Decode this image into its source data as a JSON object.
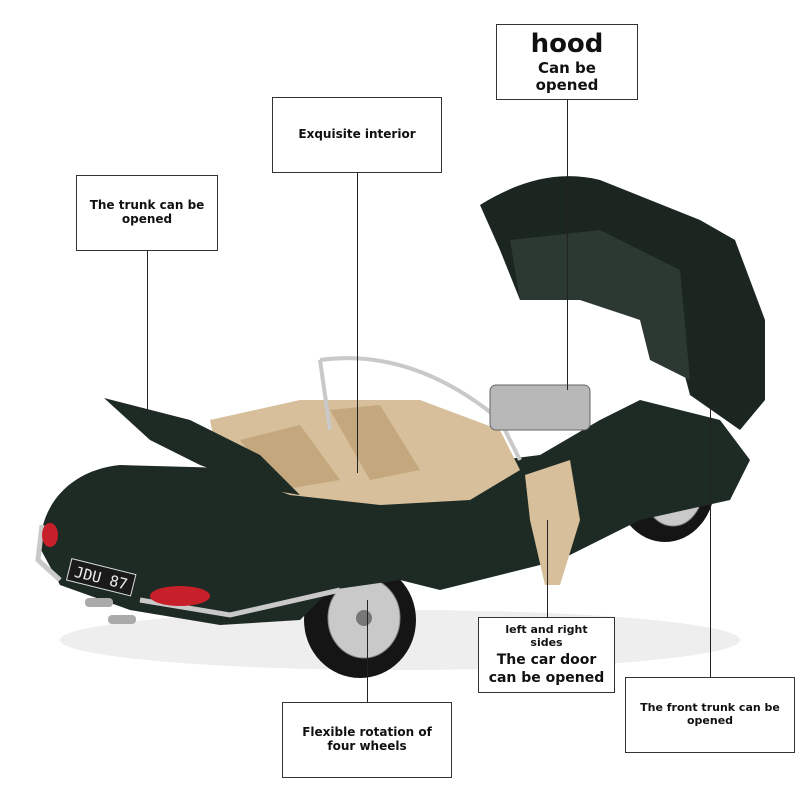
{
  "callouts": {
    "hood": {
      "title": "hood",
      "subtitle_line1": "Can be",
      "subtitle_line2": "opened"
    },
    "interior": {
      "text": "Exquisite interior"
    },
    "trunk": {
      "line1": "The trunk can be",
      "line2": "opened"
    },
    "doors": {
      "line1": "left and right",
      "line2": "sides",
      "line3": "The car door",
      "line4": "can be opened"
    },
    "front_trunk": {
      "line1": "The front trunk can be",
      "line2": "opened"
    },
    "wheels": {
      "line1": "Flexible rotation of",
      "line2": "four wheels"
    }
  },
  "car": {
    "plate": "JDU 87",
    "body_color": "#1e2a24",
    "interior_color": "#d6bf9a",
    "chrome_color": "#c9c9c9",
    "taillight_color": "#c8202a"
  }
}
